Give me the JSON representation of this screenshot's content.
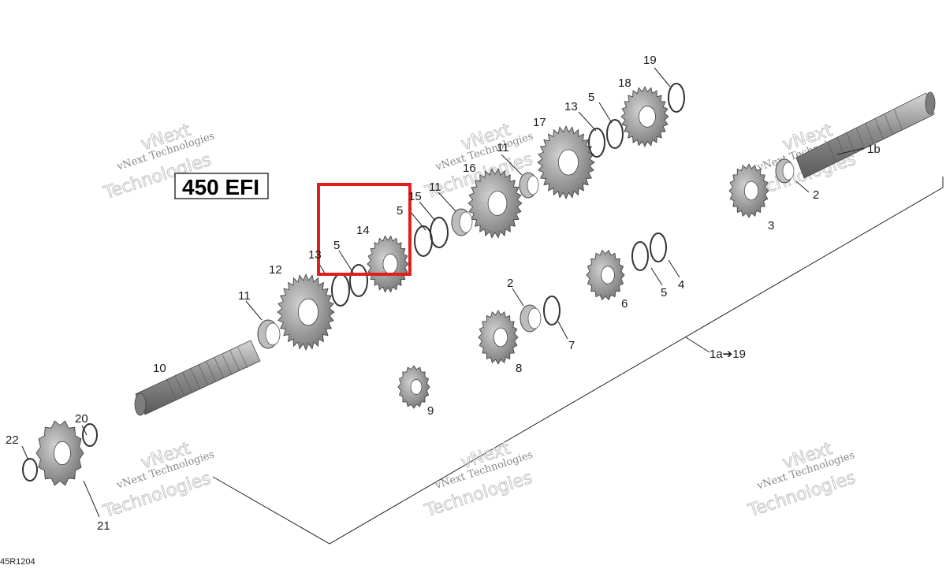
{
  "model_label": "450 EFI",
  "figure_code": "45R1204",
  "watermark": {
    "line1": "vNext Technologies",
    "line2": "Technologies",
    "line3": "vNext"
  },
  "callouts": {
    "c1a19": "1a➔19",
    "c1b": "1b",
    "c2a": "2",
    "c2b": "2",
    "c3": "3",
    "c4": "4",
    "c5a": "5",
    "c5b": "5",
    "c5c": "5",
    "c5d": "5",
    "c6": "6",
    "c7": "7",
    "c8": "8",
    "c9": "9",
    "c10": "10",
    "c11a": "11",
    "c11b": "11",
    "c11c": "11",
    "c12": "12",
    "c13a": "13",
    "c13b": "13",
    "c14": "14",
    "c15": "15",
    "c16": "16",
    "c17": "17",
    "c18": "18",
    "c19": "19",
    "c20": "20",
    "c21": "21",
    "c22": "22"
  },
  "highlight_color": "#e0201b",
  "part_color": "#8e8e8e",
  "line_color": "#222222"
}
